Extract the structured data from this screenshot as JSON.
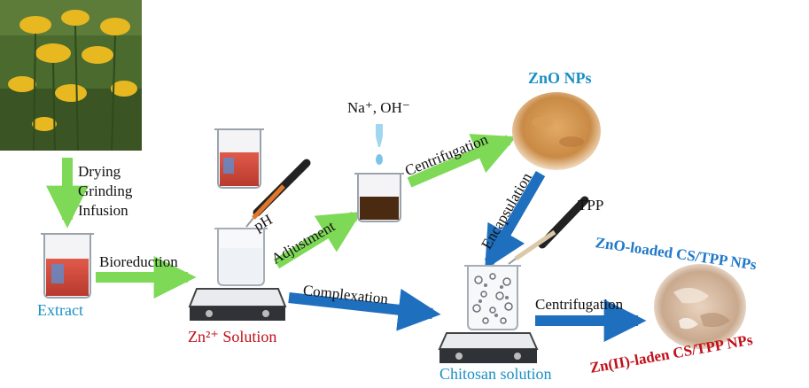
{
  "labels": {
    "drying": "Drying",
    "grinding": "Grinding",
    "infusion": "Infusion",
    "extract": "Extract",
    "bioreduction": "Bioreduction",
    "ph": "pH",
    "adjustment": "Adjustment",
    "zn_solution": "Zn²⁺ Solution",
    "reagents": "Na⁺, OH⁻",
    "centrifugation_top": "Centrifugation",
    "zno_nps": "ZnO NPs",
    "encapsulation": "Encapsulation",
    "tpp": "TPP",
    "complexation": "Complexation",
    "chitosan_solution": "Chitosan solution",
    "centrifugation_bottom": "Centrifugation",
    "zno_loaded": "ZnO-loaded CS/TPP NPs",
    "zn_laden": "Zn(II)-laden CS/TPP NPs"
  },
  "colors": {
    "green_arrow": "#7ed957",
    "blue_arrow": "#1f6fbf",
    "teal_text": "#1a8fc4",
    "red_text": "#c0101a",
    "product_title_blue": "#1f78c8"
  },
  "icons": [
    "plant-photo",
    "beaker-red-extract",
    "beaker-on-stirrer",
    "dropper",
    "beaker-brown",
    "zno-powder",
    "chitosan-beaker-stirrer",
    "nanoparticle-flakes"
  ]
}
